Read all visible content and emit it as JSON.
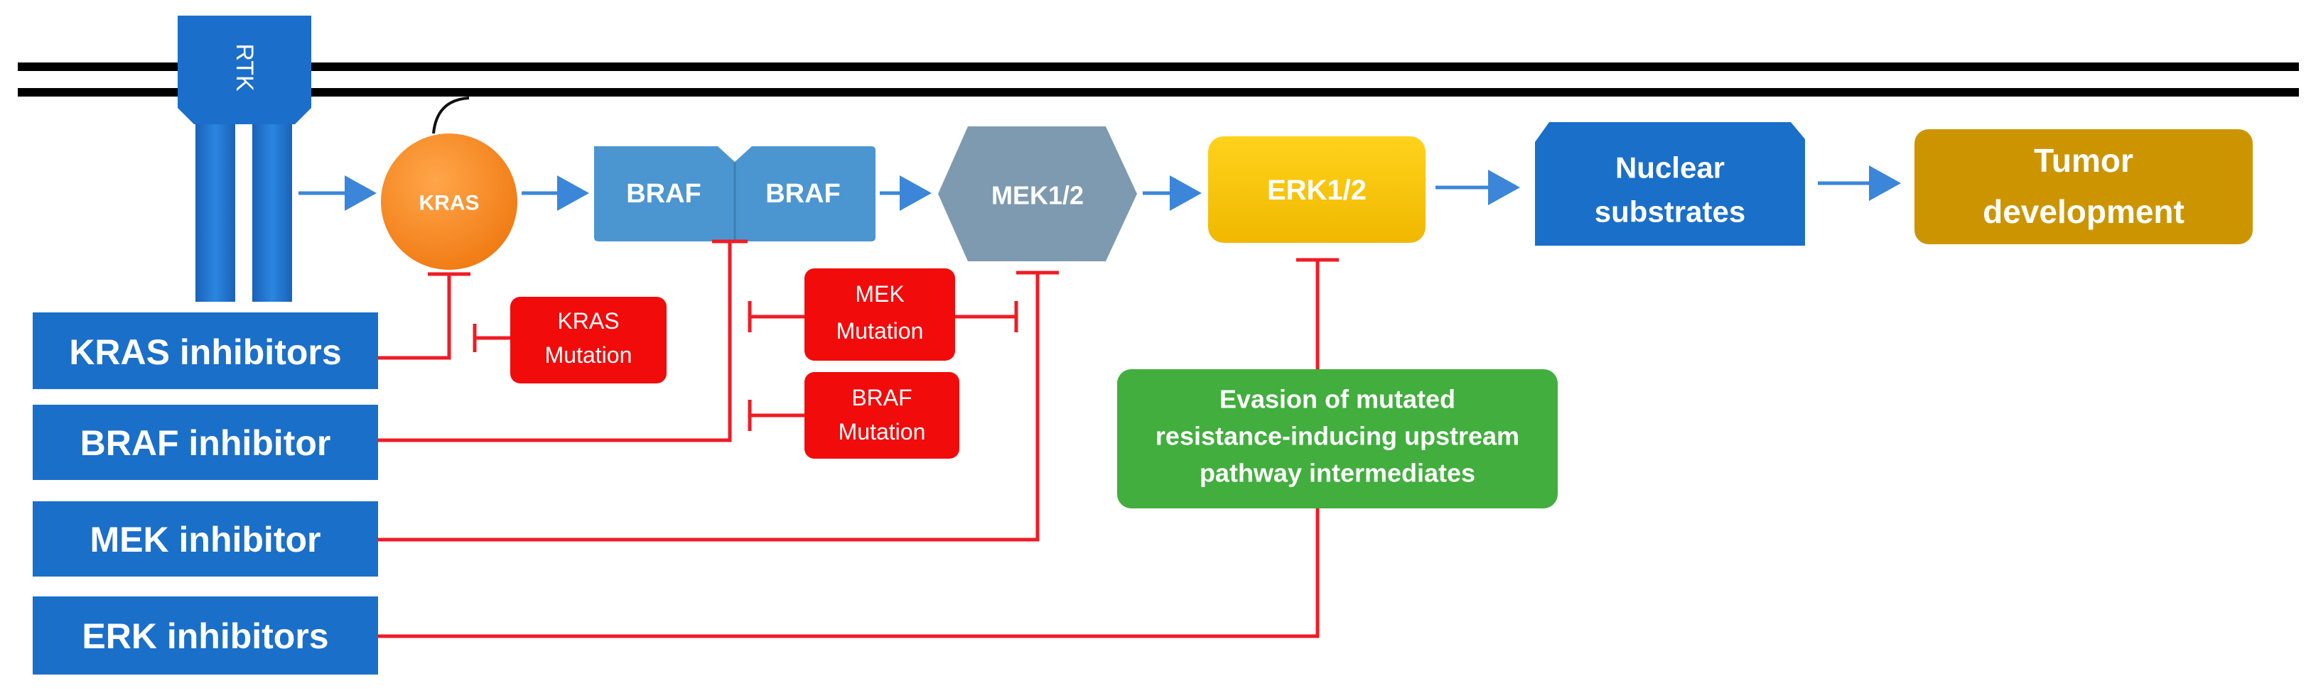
{
  "colors": {
    "membrane": "#000000",
    "rtk_blue": "#1b6fcb",
    "kras_orange": "#f6861f",
    "braf_blue": "#4b96d0",
    "mek_gray": "#7e9ab0",
    "erk_yellow": "#f7c40a",
    "nuclear_blue": "#1a6fc9",
    "tumor_gold": "#cc9500",
    "mutation_red": "#f20b0b",
    "inhibitor_blue": "#1a6fc9",
    "evasion_green": "#41ae3d",
    "inhibition_line": "#ee1c25",
    "arrow_blue": "#3b86d8"
  },
  "pathway": {
    "rtk": "RTK",
    "kras": "KRAS",
    "braf_left": "BRAF",
    "braf_right": "BRAF",
    "mek": "MEK1/2",
    "erk": "ERK1/2",
    "nuclear_line1": "Nuclear",
    "nuclear_line2": "substrates",
    "tumor_line1": "Tumor",
    "tumor_line2": "development"
  },
  "mutations": {
    "kras_line1": "KRAS",
    "kras_line2": "Mutation",
    "mek_line1": "MEK",
    "mek_line2": "Mutation",
    "braf_line1": "BRAF",
    "braf_line2": "Mutation"
  },
  "inhibitors": {
    "kras": "KRAS inhibitors",
    "braf": "BRAF inhibitor",
    "mek": "MEK inhibitor",
    "erk": "ERK inhibitors"
  },
  "evasion": {
    "line1": "Evasion of mutated",
    "line2": "resistance-inducing upstream",
    "line3": "pathway intermediates"
  }
}
